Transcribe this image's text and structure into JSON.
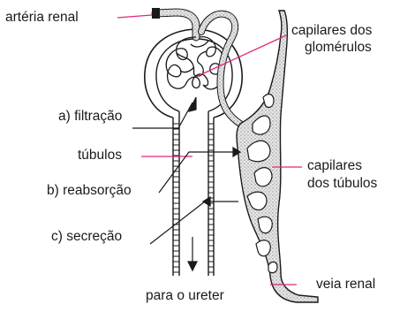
{
  "labels": {
    "arteria": "artéria renal",
    "capilares_glomerulos_1": "capilares dos",
    "capilares_glomerulos_2": "glomérulos",
    "filtracao": "a) filtração",
    "tubulos": "túbulos",
    "reabsorcao": "b) reabsorção",
    "secrecao": "c) secreção",
    "capilares_tubulos_1": "capilares",
    "capilares_tubulos_2": "dos túbulos",
    "veia": "veia renal",
    "ureter": "para o ureter"
  },
  "colors": {
    "pointer": "#e0287a",
    "ink": "#1a1a1a",
    "vessel_fill": "#d9d9d9"
  }
}
